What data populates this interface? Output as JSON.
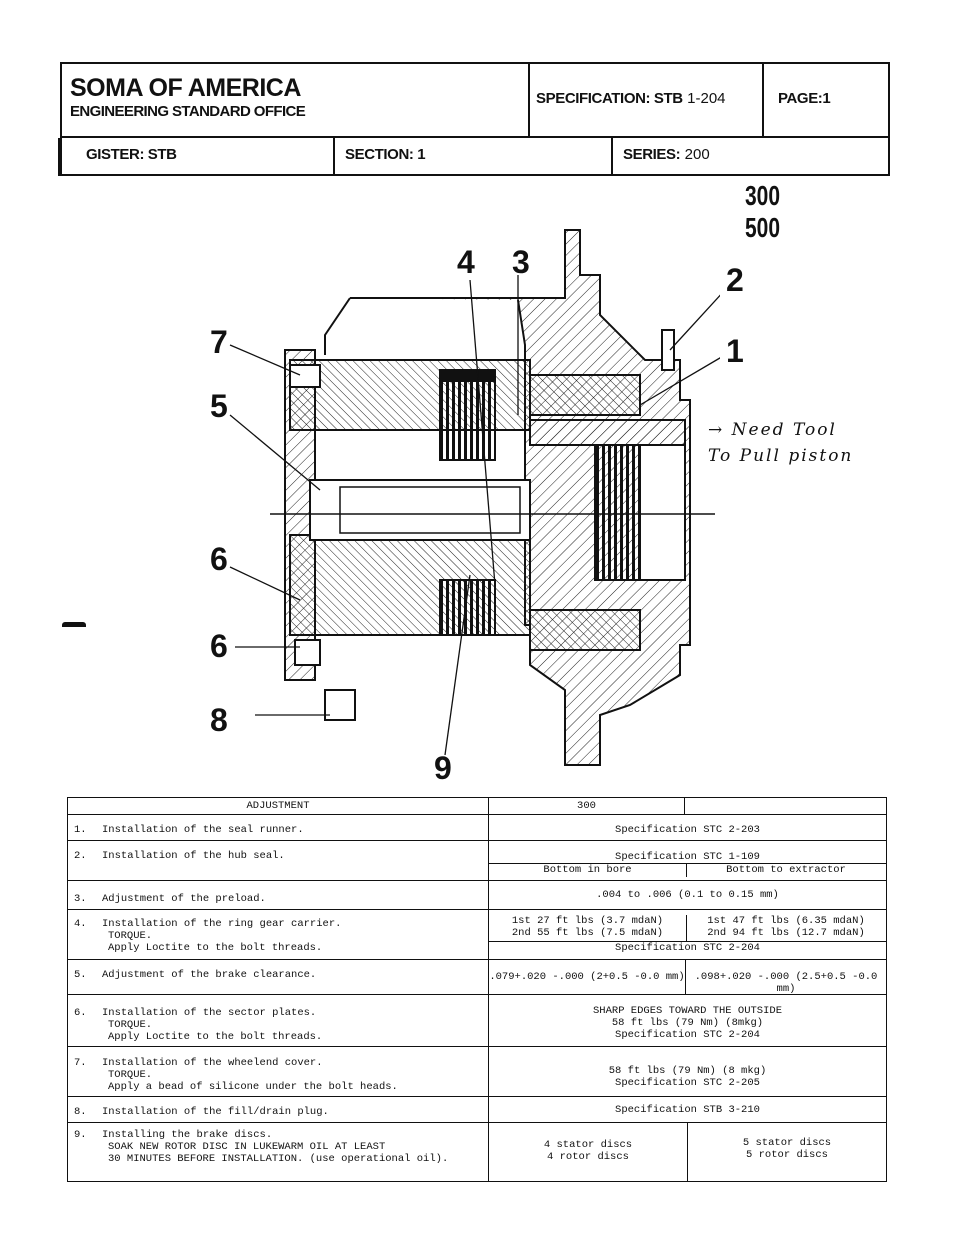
{
  "header": {
    "company": "SOMA OF AMERICA",
    "department": "ENGINEERING STANDARD OFFICE",
    "specification_label": "SPECIFICATION: STB",
    "specification_value": "1-204",
    "page_label": "PAGE:1",
    "register_label": "GISTER: STB",
    "section_label": "SECTION: 1",
    "series_label": "SERIES:",
    "series_value": "200"
  },
  "series_extra": [
    "300",
    "500"
  ],
  "diagram": {
    "callouts": [
      "1",
      "2",
      "3",
      "4",
      "5",
      "6",
      "6",
      "7",
      "8",
      "9"
    ],
    "handwritten_note": [
      "Need Tool",
      "To Pull piston"
    ]
  },
  "table": {
    "header": {
      "adjustment": "ADJUSTMENT",
      "col300": "300",
      "col500": ""
    },
    "rows": [
      {
        "num": "1.",
        "lines": [
          "Installation of the seal runner."
        ],
        "value": [
          "Specification STC 2-203"
        ]
      },
      {
        "num": "2.",
        "lines": [
          "Installation of the hub seal."
        ],
        "value": [
          "Specification STC 1-109"
        ],
        "sub_left": "Bottom in bore",
        "sub_right": "Bottom to extractor"
      },
      {
        "num": "3.",
        "lines": [
          "Adjustment of the preload."
        ],
        "value": [
          ".004 to .006  (0.1 to 0.15 mm)"
        ]
      },
      {
        "num": "4.",
        "lines": [
          "Installation of the ring gear carrier.",
          "TORQUE.",
          "Apply Loctite to the bolt threads."
        ],
        "left": [
          "1st 27 ft lbs (3.7 mdaN)",
          "2nd 55 ft lbs (7.5 mdaN)"
        ],
        "right": [
          "1st 47 ft lbs (6.35 mdaN)",
          "2nd 94 ft lbs (12.7 mdaN)"
        ],
        "value": [
          "Specification STC 2-204"
        ]
      },
      {
        "num": "5.",
        "lines": [
          "Adjustment of the brake clearance."
        ],
        "left": [
          ".079+.020 -.000  (2+0.5 -0.0 mm)"
        ],
        "right": [
          ".098+.020 -.000  (2.5+0.5 -0.0 mm)"
        ]
      },
      {
        "num": "6.",
        "lines": [
          "Installation of the sector plates.",
          "TORQUE.",
          "Apply Loctite to the bolt threads."
        ],
        "value": [
          "SHARP EDGES TOWARD THE OUTSIDE",
          "58 ft lbs  (79 Nm) (8mkg)",
          "Specification STC 2-204"
        ]
      },
      {
        "num": "7.",
        "lines": [
          "Installation of the wheelend cover.",
          "TORQUE.",
          "Apply a bead of silicone under the bolt heads."
        ],
        "value": [
          "58 ft lbs  (79 Nm) (8 mkg)",
          "Specification STC 2-205"
        ]
      },
      {
        "num": "8.",
        "lines": [
          "Installation of the fill/drain plug."
        ],
        "value": [
          "Specification STB 3-210"
        ]
      },
      {
        "num": "9.",
        "lines": [
          "Installing the brake discs.",
          "SOAK NEW ROTOR DISC IN LUKEWARM OIL AT LEAST",
          "30 MINUTES BEFORE INSTALLATION. (use operational oil)."
        ],
        "left": [
          "4 stator discs",
          "4 rotor discs"
        ],
        "right": [
          "5 stator discs",
          "5 rotor discs"
        ]
      }
    ]
  }
}
